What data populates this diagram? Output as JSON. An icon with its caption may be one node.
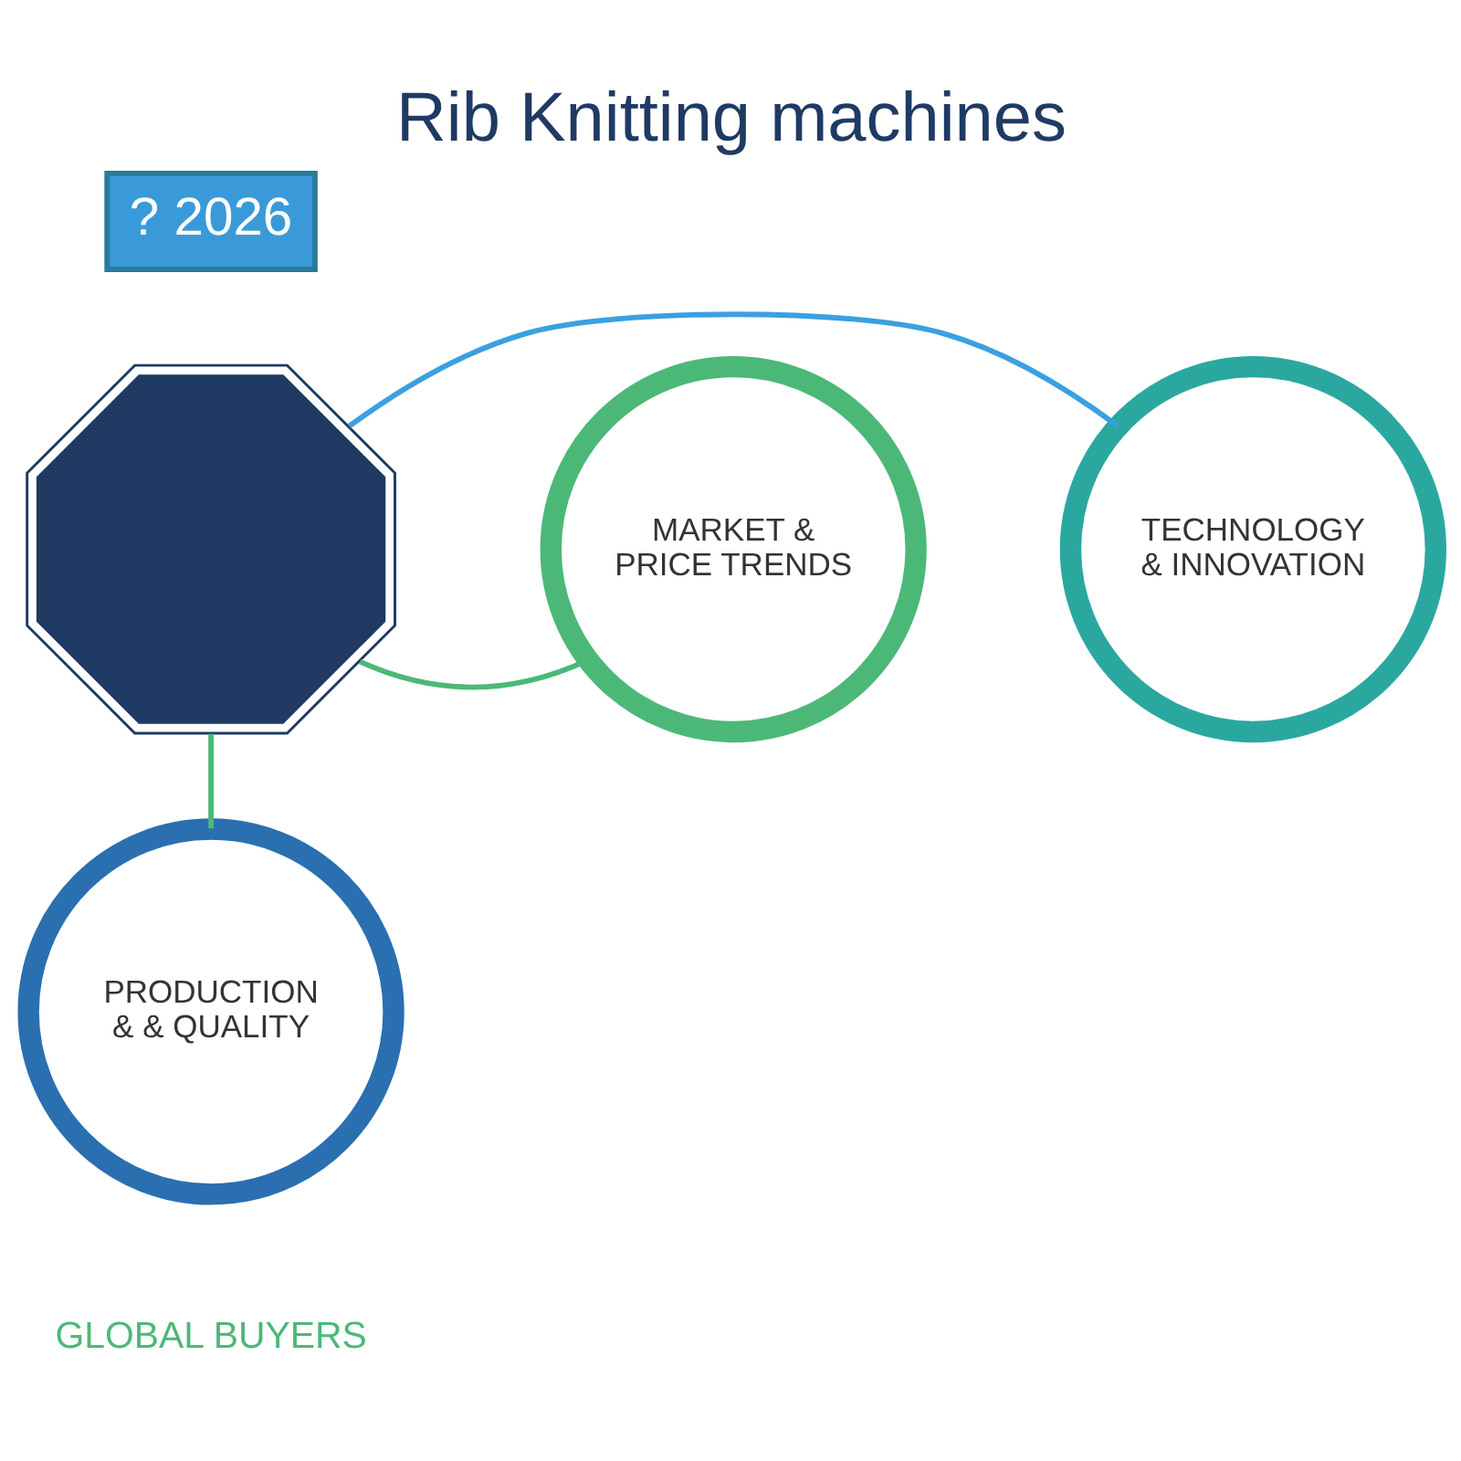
{
  "diagram": {
    "title": "Rib Knitting machines",
    "nodes": [
      {
        "text": [
          "? 2026"
        ]
      },
      {
        "text": [],
        "shape": "picture"
      },
      {
        "text": [
          "TECHNOLOGY & INNOVATION"
        ]
      },
      {
        "text": [
          "MARKET & PRICE TRENDS"
        ]
      },
      {
        "text": [
          "PRODUCTION & & QUALITY"
        ]
      }
    ],
    "edges": [
      {
        "from": 1,
        "to": 2,
        "arrow": "none",
        "color": "#3aa0e0"
      },
      {
        "from": 1,
        "to": 3,
        "arrow": "none",
        "color": "#4cb878"
      },
      {
        "from": 1,
        "to": 4,
        "arrow": "none",
        "color": "#4cb878"
      }
    ],
    "labels": [
      "GLOBAL BUYERS"
    ]
  }
}
